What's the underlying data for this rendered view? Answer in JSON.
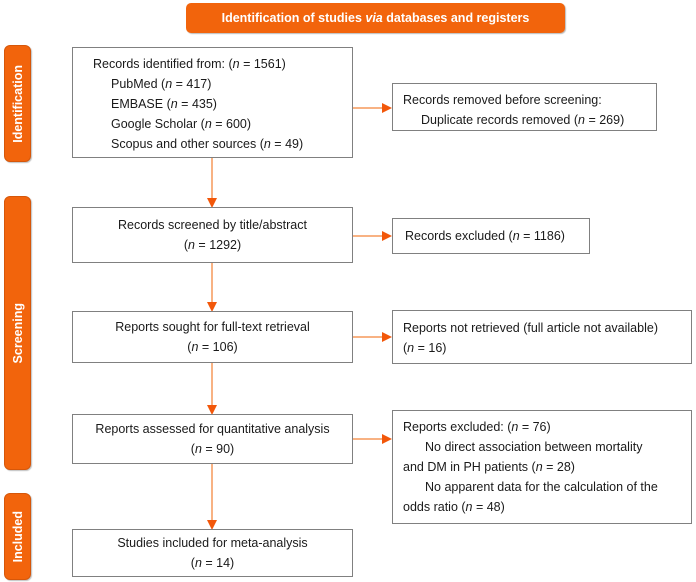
{
  "banner": {
    "label": "Identification of studies *via* databases and registers"
  },
  "sidebar": {
    "identification": "Identification",
    "screening": "Screening",
    "included": "Included"
  },
  "main_boxes": {
    "records_identified": {
      "lines": [
        "Records identified from: (*n* = 1561)",
        "PubMed (*n* = 417)",
        "EMBASE (*n* = 435)",
        "Google Scholar (*n* = 600)",
        "Scopus and other sources (*n* = 49)"
      ]
    },
    "records_screened": {
      "lines": [
        "Records screened by title/abstract",
        "(*n* = 1292)"
      ]
    },
    "reports_sought": {
      "lines": [
        "Reports sought for full-text retrieval",
        "(*n* = 106)"
      ]
    },
    "reports_assessed": {
      "lines": [
        "Reports assessed for quantitative analysis",
        "(*n* = 90)"
      ]
    },
    "studies_included": {
      "lines": [
        "Studies included for meta-analysis",
        "(*n* = 14)"
      ]
    }
  },
  "side_boxes": {
    "records_removed": {
      "lines": [
        "Records removed before screening:",
        "Duplicate records removed (*n* = 269)"
      ]
    },
    "records_excluded": {
      "lines": [
        "Records excluded (*n* = 1186)"
      ]
    },
    "reports_not_retrieved": {
      "lines": [
        "Reports not retrieved (full article not available)",
        "(*n* = 16)"
      ]
    },
    "reports_excluded": {
      "lines": [
        "Reports excluded: (*n* = 76)",
        "No direct association between mortality",
        "and DM in PH patients (*n* = 28)",
        "No apparent data for the calculation of the",
        "odds ratio (*n* = 48)"
      ]
    }
  },
  "colors": {
    "accent_orange": "#F2640C",
    "accent_border": "#D6570A",
    "arrow_line": "#F8B283",
    "arrow_head": "#F2570A",
    "box_border": "#808080",
    "text": "#1A1A1A"
  }
}
